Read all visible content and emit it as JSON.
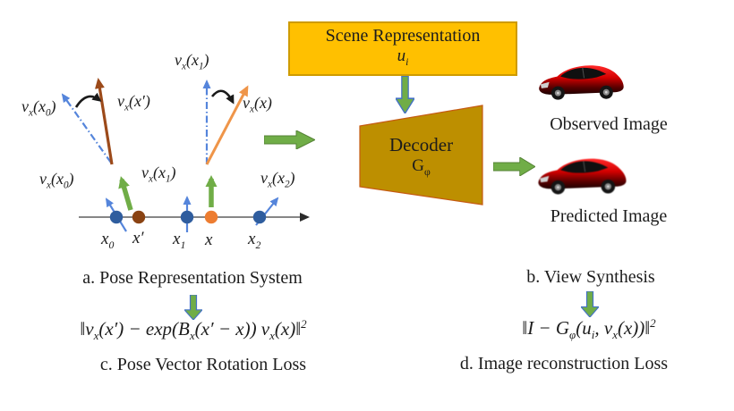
{
  "colors": {
    "scene_box_fill": "#FFC000",
    "scene_box_border": "#CE9B00",
    "decoder_fill": "#BD8F00",
    "decoder_border": "#C55A11",
    "green": "#70AD47",
    "green_border": "#548235",
    "blue_outline": "#4472C4",
    "light_blue_arrow": "#5585DB",
    "dot_blue": "#2F5D9E",
    "dot_orange": "#ED7D31",
    "dot_brown": "#8A4313",
    "brown_arrow": "#9C4A1A",
    "orange_arrow": "#EF9549",
    "car_red": "#D40000"
  },
  "pose_diagram": {
    "caption": "a. Pose Representation System",
    "labels": {
      "vx_x0_top": [
        [
          "t",
          "v"
        ],
        [
          "s",
          "x"
        ],
        [
          "t",
          "(x"
        ],
        [
          "s",
          "0"
        ],
        [
          "t",
          ")"
        ]
      ],
      "vx_xprime": [
        [
          "t",
          "v"
        ],
        [
          "s",
          "x"
        ],
        [
          "t",
          "(x′)"
        ]
      ],
      "vx_x1_top": [
        [
          "t",
          "v"
        ],
        [
          "s",
          "x"
        ],
        [
          "t",
          "(x"
        ],
        [
          "s",
          "1"
        ],
        [
          "t",
          ")"
        ]
      ],
      "vx_x": [
        [
          "t",
          "v"
        ],
        [
          "s",
          "x"
        ],
        [
          "t",
          "(x)"
        ]
      ],
      "vx_x0_bot": [
        [
          "t",
          "v"
        ],
        [
          "s",
          "x"
        ],
        [
          "t",
          "(x"
        ],
        [
          "s",
          "0"
        ],
        [
          "t",
          ")"
        ]
      ],
      "vx_x1_bot": [
        [
          "t",
          "v"
        ],
        [
          "s",
          "x"
        ],
        [
          "t",
          "(x"
        ],
        [
          "s",
          "1"
        ],
        [
          "t",
          ")"
        ]
      ],
      "vx_x2": [
        [
          "t",
          "v"
        ],
        [
          "s",
          "x"
        ],
        [
          "t",
          "(x"
        ],
        [
          "s",
          "2"
        ],
        [
          "t",
          ")"
        ]
      ]
    },
    "axis_labels": {
      "x0": [
        [
          "t",
          "x"
        ],
        [
          "s",
          "0"
        ]
      ],
      "xprime": [
        [
          "t",
          "x′"
        ]
      ],
      "x1": [
        [
          "t",
          "x"
        ],
        [
          "s",
          "1"
        ]
      ],
      "x": [
        [
          "t",
          "x"
        ]
      ],
      "x2": [
        [
          "t",
          "x"
        ],
        [
          "s",
          "2"
        ]
      ]
    }
  },
  "scene_box": {
    "title": "Scene Representation",
    "symbol": [
      [
        "t",
        "u"
      ],
      [
        "s",
        "i"
      ]
    ]
  },
  "decoder": {
    "title": "Decoder",
    "symbol": [
      [
        "t",
        "G"
      ],
      [
        "s",
        "φ"
      ]
    ]
  },
  "view_synthesis": {
    "caption": "b. View Synthesis",
    "observed_label": "Observed Image",
    "predicted_label": "Predicted Image"
  },
  "losses": {
    "rotation_formula": [
      [
        "t",
        "‖v"
      ],
      [
        "s",
        "x"
      ],
      [
        "t",
        "(x′) − exp(B"
      ],
      [
        "s",
        "x"
      ],
      [
        "t",
        "(x′ − x)) v"
      ],
      [
        "s",
        "x"
      ],
      [
        "t",
        "(x)‖"
      ],
      [
        "p",
        "2"
      ]
    ],
    "rotation_caption": "c. Pose Vector Rotation Loss",
    "reconstruction_formula": [
      [
        "t",
        "‖I − G"
      ],
      [
        "s",
        "φ"
      ],
      [
        "t",
        "(u"
      ],
      [
        "s",
        "i"
      ],
      [
        "t",
        ", v"
      ],
      [
        "s",
        "x"
      ],
      [
        "t",
        "(x))‖"
      ],
      [
        "p",
        "2"
      ]
    ],
    "reconstruction_caption": "d. Image reconstruction Loss"
  }
}
